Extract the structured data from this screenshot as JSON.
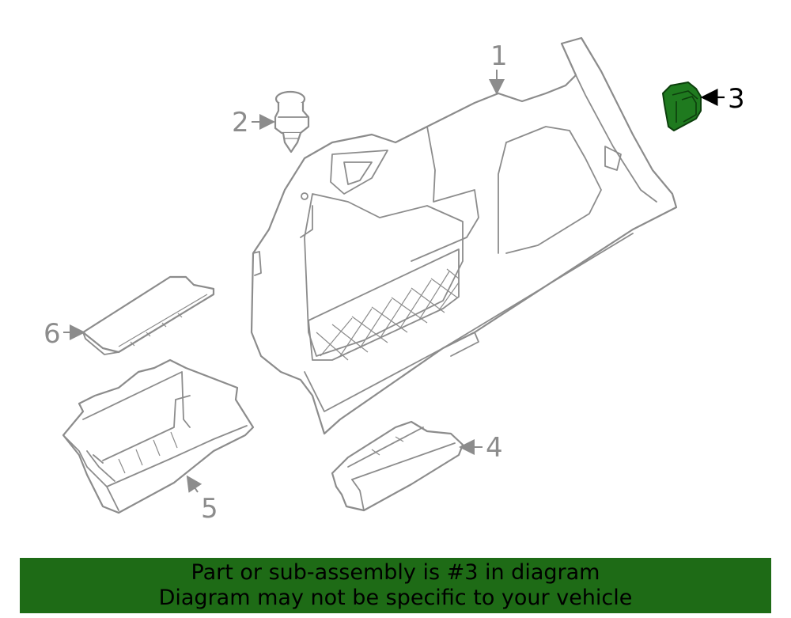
{
  "callouts": {
    "c1": "1",
    "c2": "2",
    "c3": "3",
    "c4": "4",
    "c5": "5",
    "c6": "6"
  },
  "highlight": {
    "part_number": "3",
    "color": "#1f7a1f"
  },
  "banner": {
    "line1": "Part or sub-assembly is #3 in diagram",
    "line2": "Diagram may not be specific to your vehicle",
    "background": "#1e6b16"
  }
}
